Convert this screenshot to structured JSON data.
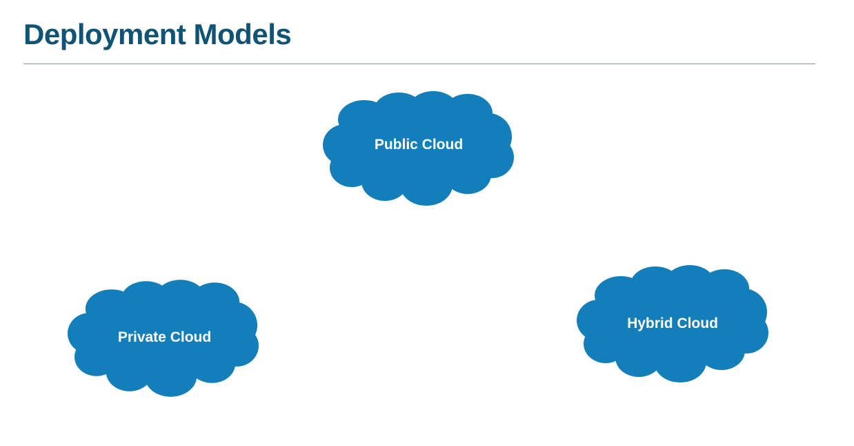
{
  "slide": {
    "title": "Deployment Models"
  },
  "clouds": {
    "public": {
      "label": "Public Cloud"
    },
    "private": {
      "label": "Private Cloud"
    },
    "hybrid": {
      "label": "Hybrid Cloud"
    }
  },
  "colors": {
    "title": "#0f5476",
    "rule": "#7f99a8",
    "cloud_fill": "#137fba",
    "cloud_text": "#ffffff"
  }
}
